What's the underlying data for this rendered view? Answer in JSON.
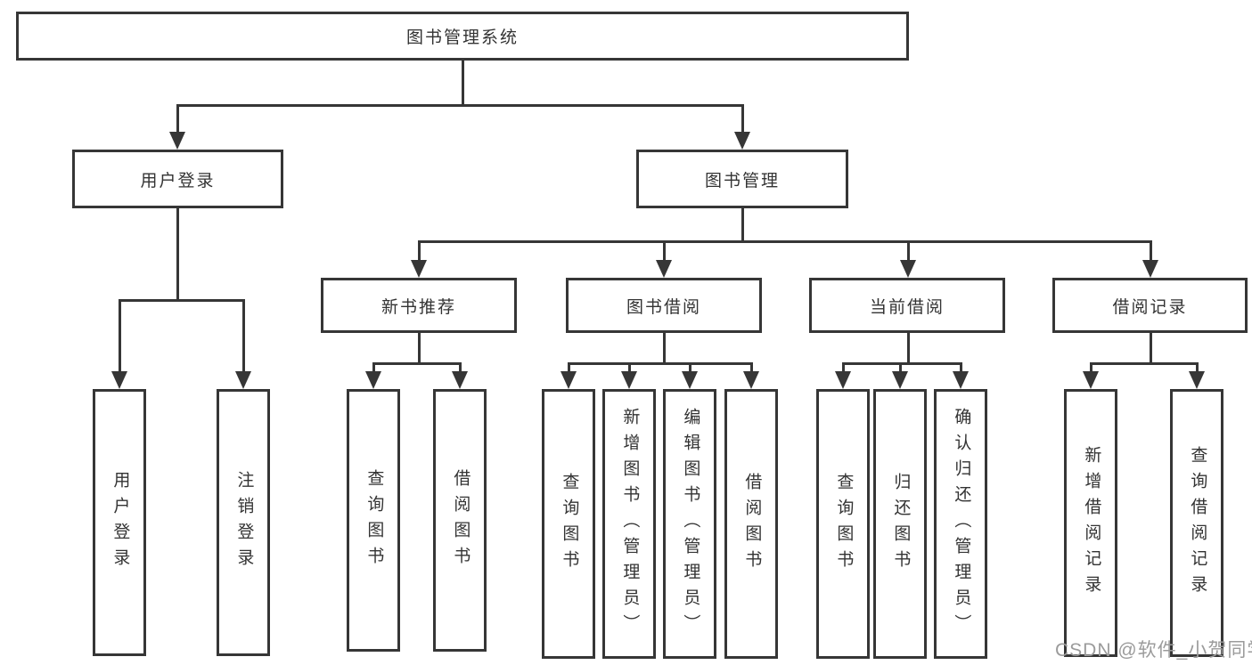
{
  "diagram_title": "图书管理系统",
  "colors": {
    "line": "#363636",
    "text": "#333333",
    "watermark": "#9b9b9b",
    "background": "#ffffff"
  },
  "tree": {
    "root": {
      "label": "图书管理系统"
    },
    "branches": [
      {
        "label": "用户登录",
        "children": [
          {
            "label": "用户登录"
          },
          {
            "label": "注销登录"
          }
        ]
      },
      {
        "label": "图书管理",
        "children": [
          {
            "label": "新书推荐",
            "children": [
              {
                "label": "查询图书"
              },
              {
                "label": "借阅图书"
              }
            ]
          },
          {
            "label": "图书借阅",
            "children": [
              {
                "label": "查询图书"
              },
              {
                "label": "新增图书（管理员）"
              },
              {
                "label": "编辑图书（管理员）"
              },
              {
                "label": "借阅图书"
              }
            ]
          },
          {
            "label": "当前借阅",
            "children": [
              {
                "label": "查询图书"
              },
              {
                "label": "归还图书"
              },
              {
                "label": "确认归还（管理员）"
              }
            ]
          },
          {
            "label": "借阅记录",
            "children": [
              {
                "label": "新增借阅记录"
              },
              {
                "label": "查询借阅记录"
              }
            ]
          }
        ]
      }
    ]
  },
  "watermark": {
    "text": "CSDN @软件_小贺同学"
  }
}
